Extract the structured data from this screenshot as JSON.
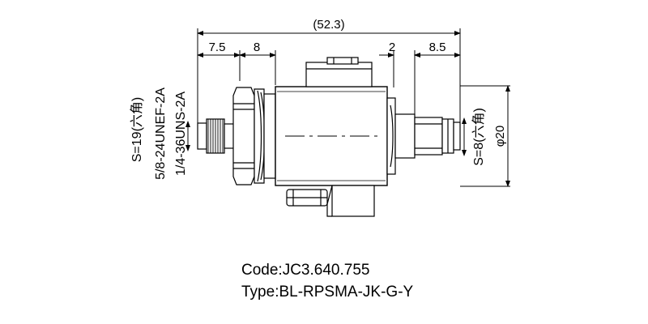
{
  "dimensions": {
    "overall_length": "(52.3)",
    "left_thread_length": "7.5",
    "left_nut_length": "8",
    "right_gap": "2",
    "right_tail_length": "8.5",
    "diameter": "φ20"
  },
  "thread_labels": {
    "hex_left": "S=19(六角)",
    "thread_outer": "5/8-24UNEF-2A",
    "thread_inner": "1/4-36UNS-2A",
    "hex_right": "S=8(六角)"
  },
  "product": {
    "code_line": "Code:JC3.640.755",
    "type_line": "Type:BL-RPSMA-JK-G-Y"
  }
}
